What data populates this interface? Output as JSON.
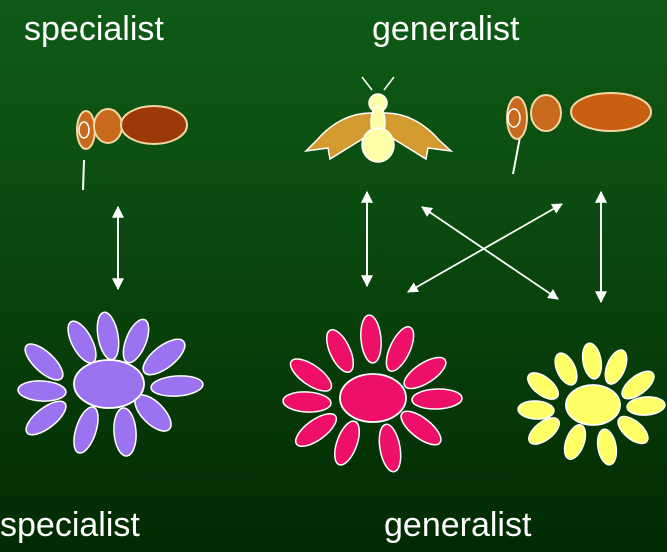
{
  "labels": {
    "top_left": "specialist",
    "top_right": "generalist",
    "bottom_left": "specialist",
    "bottom_right": "generalist"
  },
  "colors": {
    "background_top": "#0f5a16",
    "background_bottom": "#022a02",
    "text": "#ffffff",
    "arrow": "#ffffff",
    "wasp_head": "#c86a1e",
    "wasp_abdomen_specialist": "#9b3a08",
    "wasp_abdomen_generalist": "#c85f12",
    "bee_wing": "#d39b2f",
    "bee_body": "#ffffaa",
    "purple_flower": "#9b72f0",
    "pink_flower": "#ee0f68",
    "yellow_flower": "#ffff66"
  },
  "icons": [
    "specialist-wasp-icon",
    "generalist-bee-icon",
    "generalist-wasp-icon",
    "purple-flower-icon",
    "pink-flower-icon",
    "yellow-flower-icon",
    "double-arrow-icon"
  ]
}
